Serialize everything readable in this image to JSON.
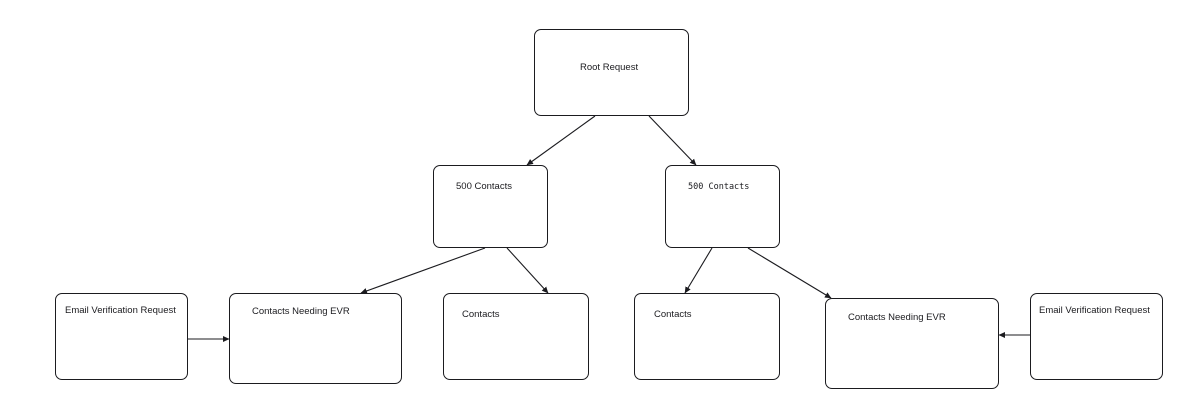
{
  "diagram": {
    "nodes": {
      "root": {
        "label": "Root Request"
      },
      "left": {
        "label": "500 Contacts"
      },
      "right": {
        "label": "500 Contacts"
      },
      "evr_left": {
        "label": "Email Verification Request"
      },
      "cne_left": {
        "label": "Contacts Needing EVR"
      },
      "contacts_left": {
        "label": "Contacts"
      },
      "contacts_right": {
        "label": "Contacts"
      },
      "cne_right": {
        "label": "Contacts Needing EVR"
      },
      "evr_right": {
        "label": "Email Verification Request"
      }
    },
    "edges": [
      {
        "from": "root",
        "to": "left"
      },
      {
        "from": "root",
        "to": "right"
      },
      {
        "from": "left",
        "to": "cne_left"
      },
      {
        "from": "left",
        "to": "contacts_left"
      },
      {
        "from": "right",
        "to": "contacts_right"
      },
      {
        "from": "right",
        "to": "cne_right"
      },
      {
        "from": "evr_left",
        "to": "cne_left"
      },
      {
        "from": "evr_right",
        "to": "cne_right"
      }
    ],
    "colors": {
      "stroke": "#1b1b1f",
      "background": "#ffffff"
    }
  }
}
